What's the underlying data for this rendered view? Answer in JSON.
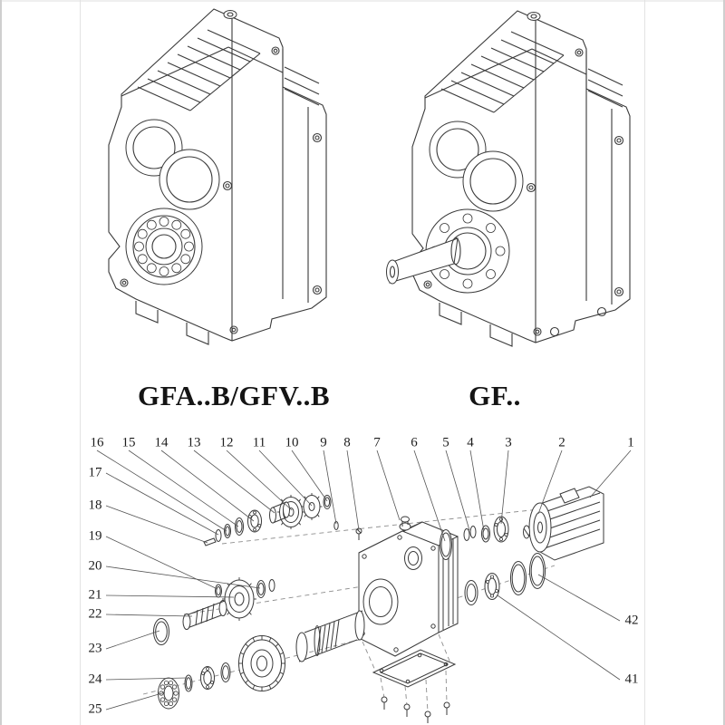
{
  "models": {
    "left": "GFA..B/GFV..B",
    "right": "GF.."
  },
  "exploded": {
    "callouts_top": [
      "16",
      "15",
      "14",
      "13",
      "12",
      "11",
      "10",
      "9",
      "8",
      "7",
      "6",
      "5",
      "4",
      "3",
      "2",
      "1"
    ],
    "callouts_left": [
      "17",
      "18",
      "19",
      "20",
      "21",
      "22",
      "23",
      "24",
      "25"
    ],
    "callouts_right": [
      "42",
      "41"
    ]
  },
  "colors": {
    "line_color": "#3a3a3a",
    "paper": "#ffffff"
  }
}
